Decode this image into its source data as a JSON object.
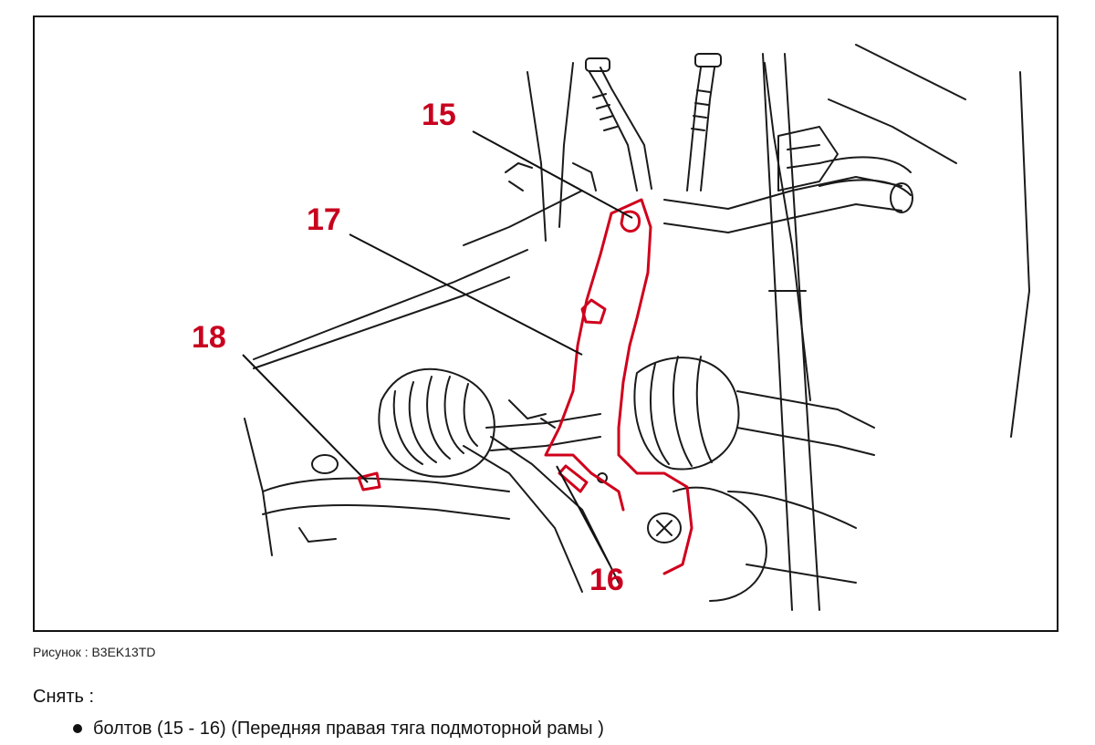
{
  "figure": {
    "callouts": {
      "c15": "15",
      "c16": "16",
      "c17": "17",
      "c18": "18"
    },
    "highlight_color": "#d0001c",
    "line_color": "#1a1a1a"
  },
  "caption": "Рисунок : B3EK13TD",
  "section_label": "Снять :",
  "steps": [
    {
      "text": "болтов (15 - 16) (Передняя правая тяга подмоторной рамы )"
    }
  ]
}
